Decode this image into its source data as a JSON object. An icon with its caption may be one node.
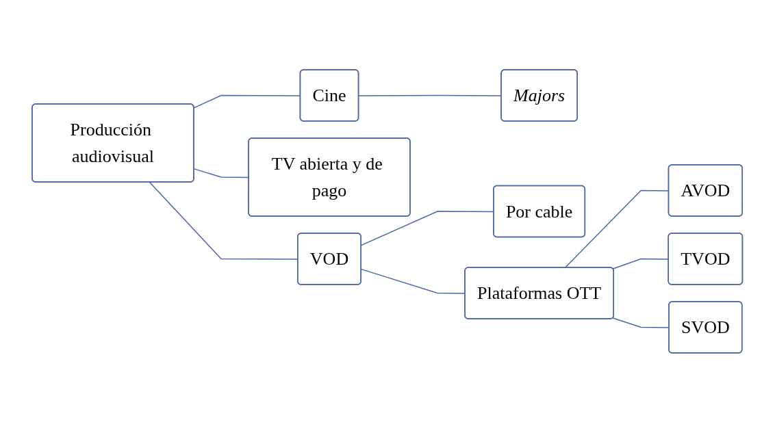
{
  "diagram": {
    "nodes": [
      {
        "text": [
          "Producción audiovisual"
        ]
      },
      {
        "text": [
          "Cine"
        ]
      },
      {
        "text": [
          "Majors"
        ]
      },
      {
        "text": [
          "TV abierta y de pago"
        ]
      },
      {
        "text": [
          "VOD"
        ]
      },
      {
        "text": [
          "Por cable"
        ]
      },
      {
        "text": [
          "Plataformas OTT"
        ]
      },
      {
        "text": [
          "AVOD"
        ]
      },
      {
        "text": [
          "TVOD"
        ]
      },
      {
        "text": [
          "SVOD"
        ]
      }
    ],
    "edges": [
      {
        "from": 0,
        "to": 1,
        "arrow": "none"
      },
      {
        "from": 0,
        "to": 3,
        "arrow": "none"
      },
      {
        "from": 0,
        "to": 4,
        "arrow": "none"
      },
      {
        "from": 1,
        "to": 2,
        "arrow": "none"
      },
      {
        "from": 4,
        "to": 5,
        "arrow": "none"
      },
      {
        "from": 4,
        "to": 6,
        "arrow": "none"
      },
      {
        "from": 6,
        "to": 7,
        "arrow": "none"
      },
      {
        "from": 6,
        "to": 8,
        "arrow": "none"
      },
      {
        "from": 6,
        "to": 9,
        "arrow": "none"
      }
    ]
  }
}
